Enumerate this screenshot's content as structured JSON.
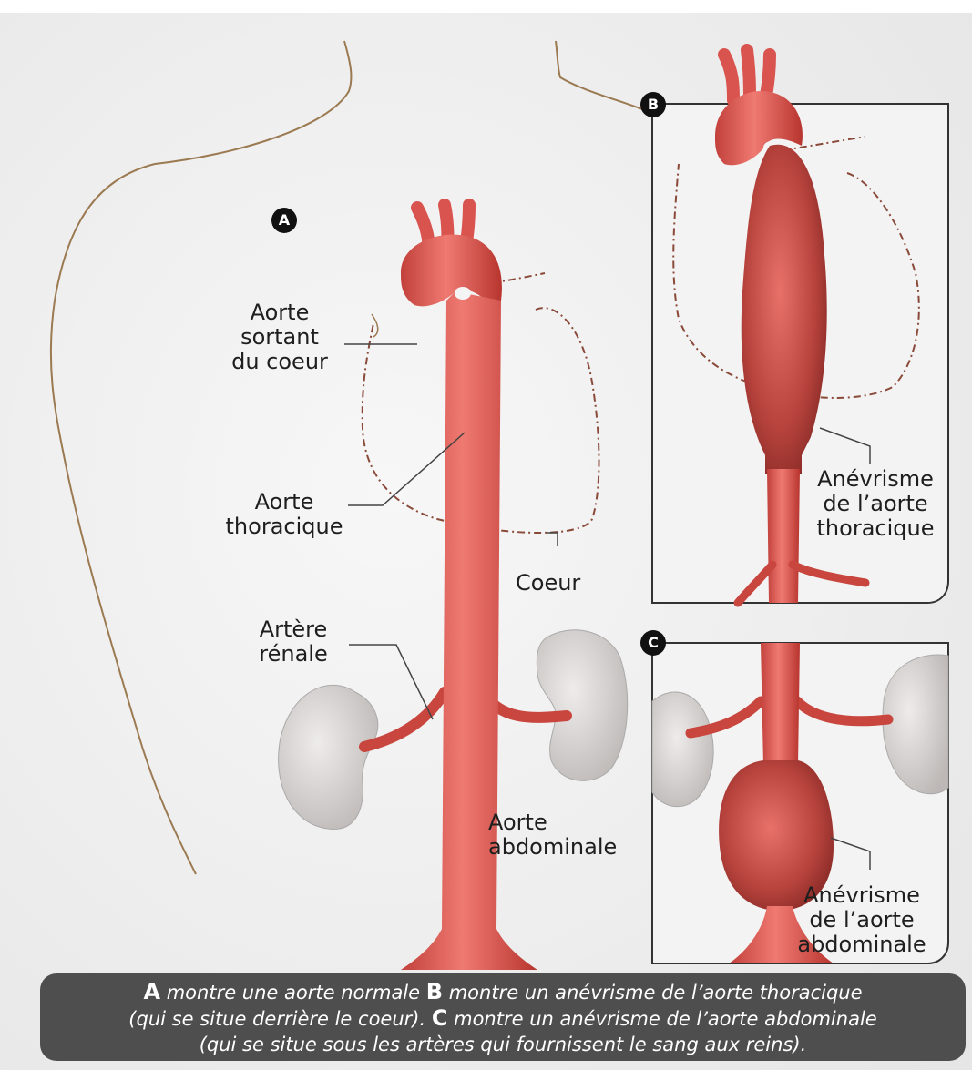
{
  "badges": {
    "a": "A",
    "b": "B",
    "c": "C"
  },
  "labels": {
    "aorta_leaving_heart": "Aorte\nsortant\ndu coeur",
    "thoracic_aorta": "Aorte\nthoracique",
    "heart": "Coeur",
    "renal_artery": "Artère\nrénale",
    "abdominal_aorta": "Aorte\nabdominale",
    "thoracic_aneurysm": "Anévrisme\nde l’aorte\nthoracique",
    "abdominal_aneurysm": "Anévrisme\nde l’aorte\nabdominale"
  },
  "caption": {
    "line1_letter": "A",
    "line1_text_a": " montre une aorte normale ",
    "line1_letter_b": "B",
    "line1_text_b": " montre un anévrisme de l’aorte thoracique",
    "line2_text_a": "(qui se situe derrière le coeur). ",
    "line2_letter": "C",
    "line2_text_b": " montre un anévrisme de l’aorte abdominale",
    "line3_text": "(qui se situe sous les artères qui  fournissent le sang aux reins)."
  },
  "colors": {
    "background": "#f0f0f0",
    "aorta": "#d9534f",
    "aorta_dark": "#b23a36",
    "body_outline": "#9b7a52",
    "heart_outline": "#8a4a3a",
    "kidney": "#d8d5d3",
    "caption_bg": "#4e4e4e"
  }
}
